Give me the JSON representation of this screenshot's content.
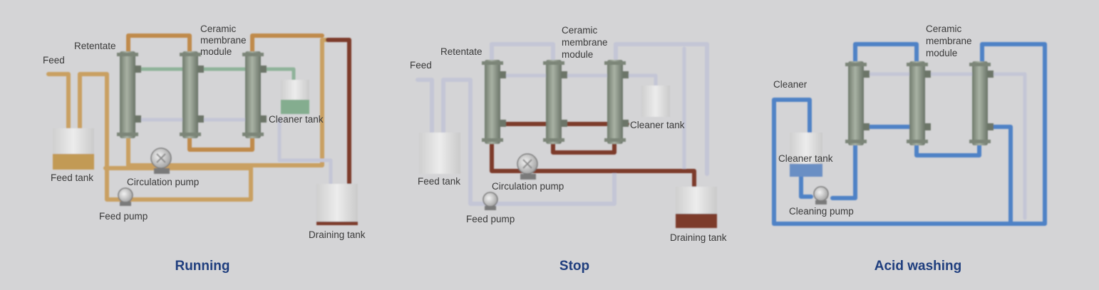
{
  "panels": [
    {
      "caption": "Running",
      "labels": {
        "feed": "Feed",
        "retentate": "Retentate",
        "module": [
          "Ceramic",
          "membrane",
          "module"
        ],
        "cleaner_tank": "Cleaner tank",
        "feed_tank": "Feed tank",
        "circulation_pump": "Circulation pump",
        "feed_pump": "Feed pump",
        "draining_tank": "Draining tank"
      }
    },
    {
      "caption": "Stop",
      "labels": {
        "feed": "Feed",
        "retentate": "Retentate",
        "module": [
          "Ceramic",
          "membrane",
          "module"
        ],
        "cleaner_tank": "Cleaner tank",
        "feed_tank": "Feed tank",
        "circulation_pump": "Circulation pump",
        "feed_pump": "Feed pump",
        "draining_tank": "Draining tank"
      }
    },
    {
      "caption": "Acid washing",
      "labels": {
        "cleaner": "Cleaner",
        "module": [
          "Ceramic",
          "membrane",
          "module"
        ],
        "cleaner_tank": "Cleaner tank",
        "cleaning_pump": "Cleaning pump"
      }
    }
  ],
  "colors": {
    "background": "#d4d4d6",
    "feed_pipe": "#c9a062",
    "retentate_pipe": "#b8864a",
    "drain_pipe": "#7d3a2a",
    "cleaner_pipe_green": "#8fb29a",
    "idle_pipe": "#c4c6d6",
    "acid_pipe": "#4f82c6",
    "caption": "#1f3e7e"
  }
}
